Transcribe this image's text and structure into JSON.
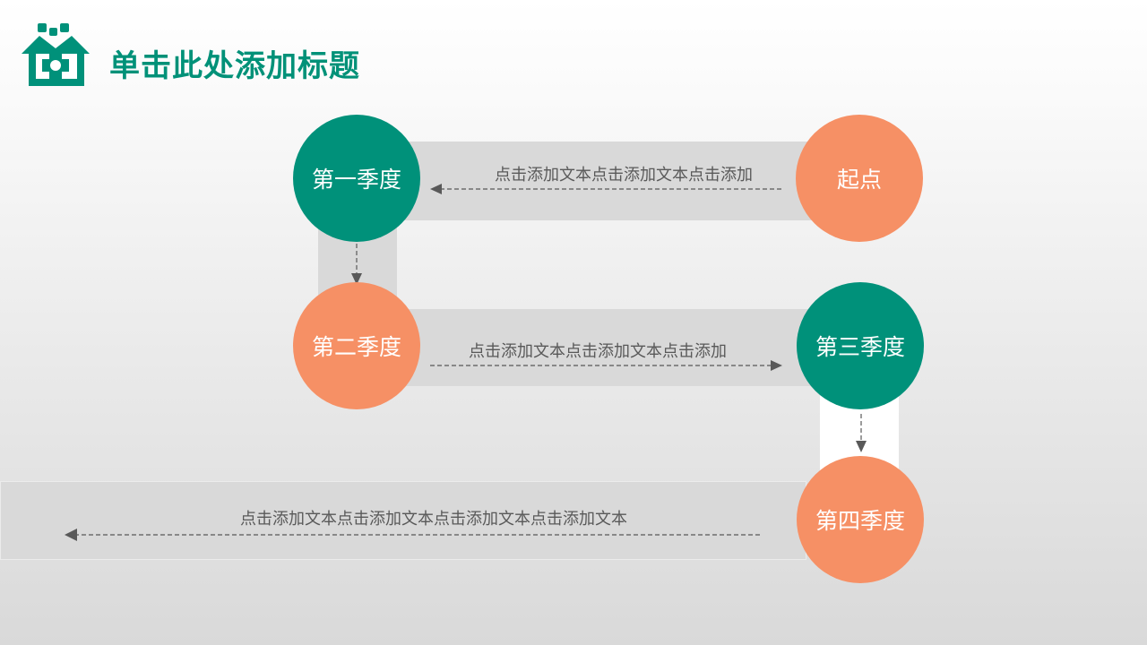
{
  "header": {
    "title": "单击此处添加标题"
  },
  "colors": {
    "green": "#00917a",
    "orange": "#f69065",
    "band": "#d9d9d9"
  },
  "nodes": {
    "start": "起点",
    "q1": "第一季度",
    "q2": "第二季度",
    "q3": "第三季度",
    "q4": "第四季度"
  },
  "texts": {
    "start_to_q1": "点击添加文本点击添加文本点击添加",
    "q2_to_q3": "点击添加文本点击添加文本点击添加",
    "q4_out": "点击添加文本点击添加文本点击添加文本点击添加文本"
  }
}
